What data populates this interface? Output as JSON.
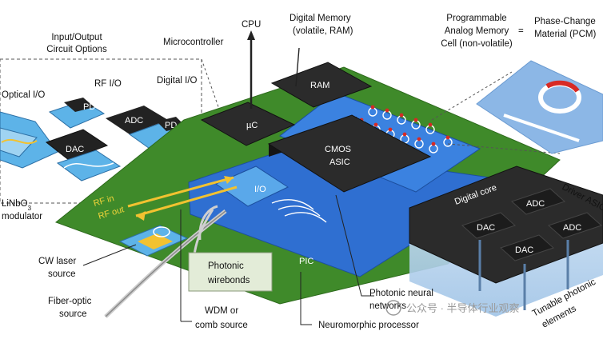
{
  "labels": {
    "io_options_1": "Input/Output",
    "io_options_2": "Circuit Options",
    "optical_io": "Optical I/O",
    "rf_io": "RF I/O",
    "digital_io": "Digital I/O",
    "pd1": "PD",
    "pd2": "PD",
    "adc_io": "ADC",
    "dac_io": "DAC",
    "linbo3_1": "LiNbO",
    "linbo3_sub": "3",
    "linbo3_2": "modulator",
    "microcontroller": "Microcontroller",
    "cpu": "CPU",
    "digital_memory_1": "Digital Memory",
    "digital_memory_2": "(volatile, RAM)",
    "ram": "RAM",
    "uc": "µC",
    "prog_mem_1": "Programmable",
    "prog_mem_2": "Analog Memory",
    "prog_mem_3": "Cell (non-volatile)",
    "equals": "=",
    "pcm_1": "Phase-Change",
    "pcm_2": "Material (PCM)",
    "cmos_1": "CMOS",
    "cmos_2": "ASIC",
    "io_chip": "I/O",
    "rf_in": "RF in",
    "rf_out": "RF out",
    "pic": "PIC",
    "digital_core": "Digital core",
    "driver": "Driver ASIC",
    "adc_a": "ADC",
    "adc_b": "ADC",
    "dac_a": "DAC",
    "dac_b": "DAC",
    "cw_laser_1": "CW laser",
    "cw_laser_2": "source",
    "fiber_1": "Fiber-optic",
    "fiber_2": "source",
    "photonic_wb_1": "Photonic",
    "photonic_wb_2": "wirebonds",
    "wdm_1": "WDM or",
    "wdm_2": "comb source",
    "pnn_1": "Photonic neural",
    "pnn_2": "networks",
    "neuromorphic": "Neuromorphic processor",
    "tunable_1": "Tunable photonic",
    "tunable_2": "elements",
    "watermark": "公众号 · 半导体行业观察"
  },
  "colors": {
    "pcb_green": "#3f8a2a",
    "pic_blue": "#2f6fd1",
    "chip_dark": "#2b2b2b",
    "accent_yellow": "#f2c230",
    "pcm_red": "#d72a25"
  }
}
